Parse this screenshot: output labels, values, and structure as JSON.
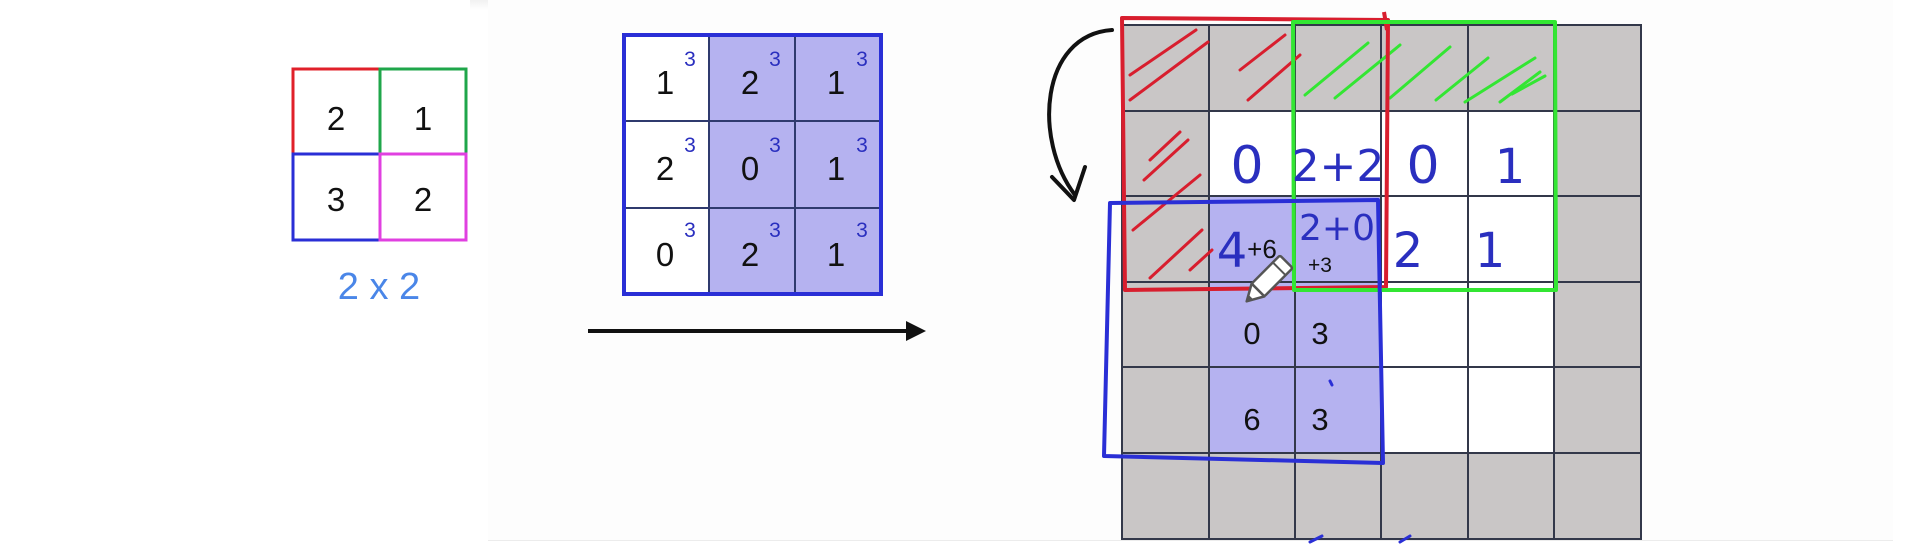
{
  "kernel": {
    "cells": [
      "2",
      "1",
      "3",
      "2"
    ],
    "caption": "2 x 2",
    "colors": [
      "#e0202a",
      "#1fa64a",
      "#2a2fd6",
      "#e040e0"
    ]
  },
  "stride_matrix": {
    "cells": [
      [
        "1",
        "2",
        "1"
      ],
      [
        "2",
        "0",
        "1"
      ],
      [
        "0",
        "2",
        "1"
      ]
    ],
    "superscript": "3",
    "highlight_color": "#b5b2f0",
    "border_color": "#2a2fd6"
  },
  "output_grid": {
    "background_color": "#c9c6c6",
    "highlight_color": "#b5b2f0",
    "printed_values": {
      "r2c2": "0",
      "r2c3": "3",
      "r3c2": "6",
      "r3c3": "3",
      "r1c1_suffix": "+6",
      "r1c2_suffix": "+3"
    },
    "handwritten": {
      "r0c1": "0",
      "r0c2": "2+2",
      "r0c3": "0",
      "r0c4": "1",
      "r1c1": "4",
      "r1c2": "2+0",
      "r1c3": "2",
      "r1c4": "1"
    },
    "window_colors": {
      "red": "#d81e2e",
      "green": "#33e633",
      "blue": "#2a2fd6"
    }
  },
  "icons": [
    "right-arrow-icon",
    "curved-arrow-icon",
    "pencil-cursor-icon"
  ]
}
